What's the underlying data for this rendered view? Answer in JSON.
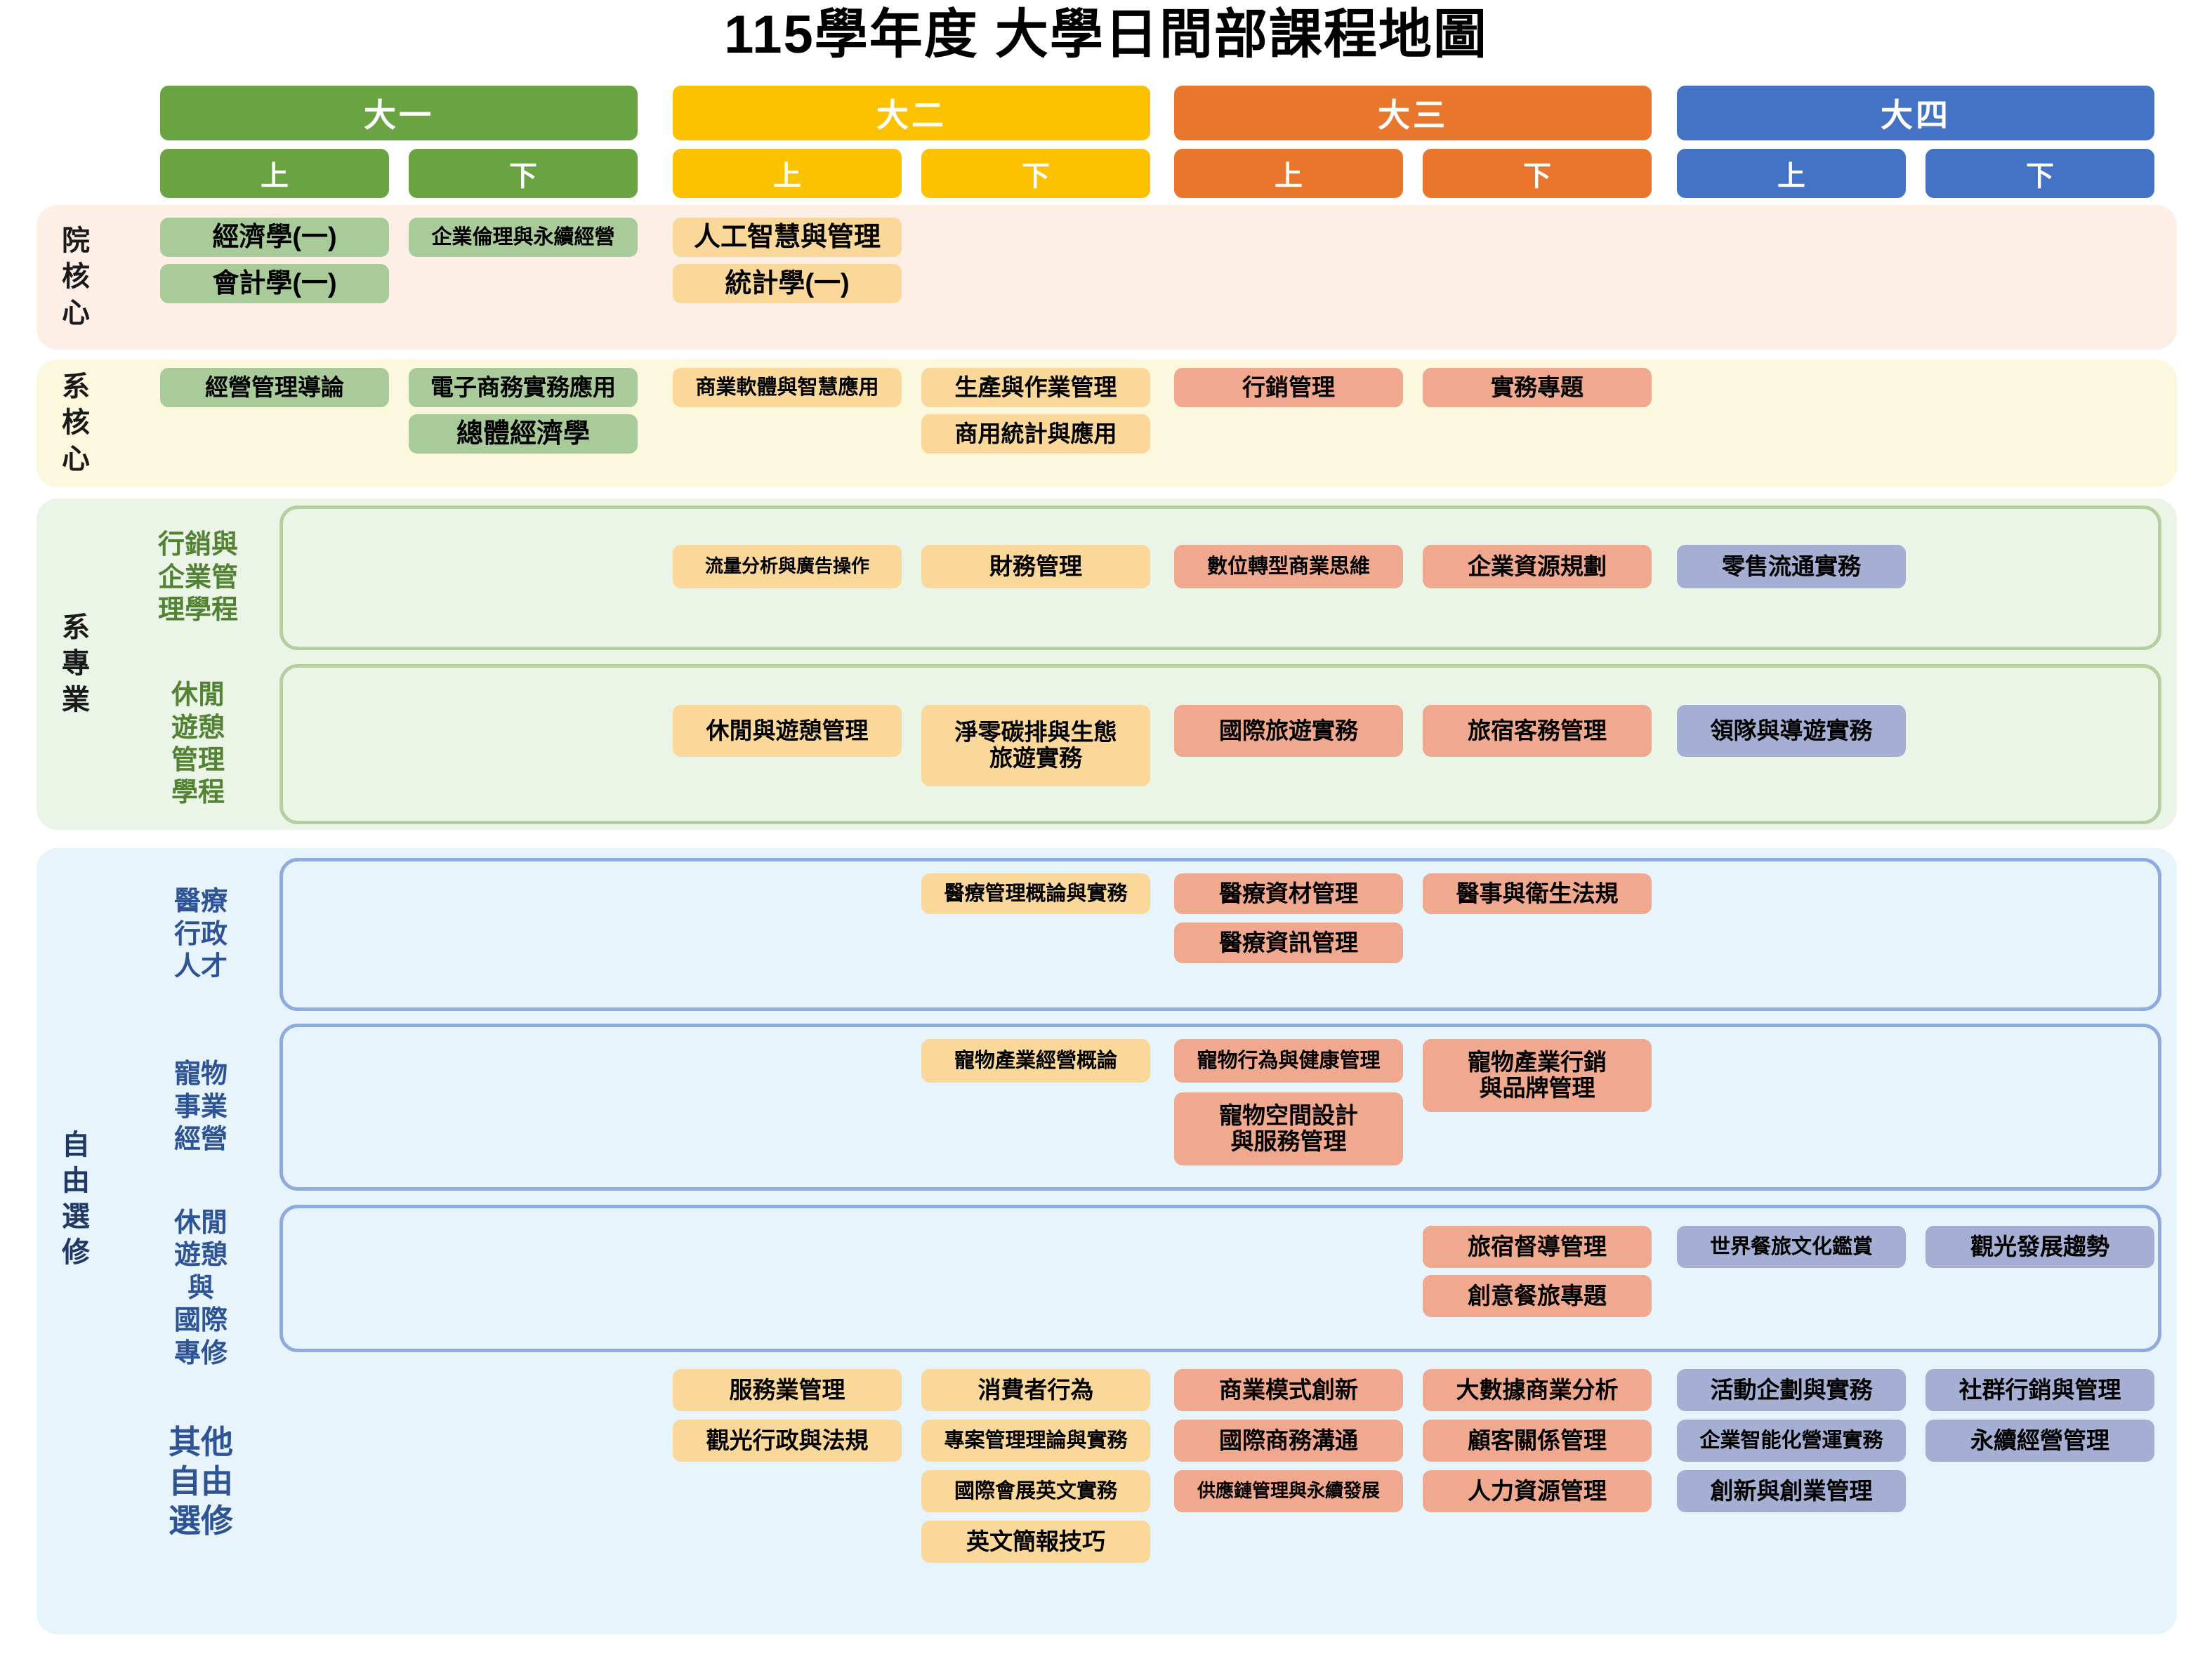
{
  "title": "115學年度 大學日間部課程地圖",
  "header": {
    "years": [
      {
        "label": "大一",
        "color": "#6aa442"
      },
      {
        "label": "大二",
        "color": "#fcc200"
      },
      {
        "label": "大三",
        "color": "#e8762c"
      },
      {
        "label": "大四",
        "color": "#4472c4"
      }
    ],
    "semesters": [
      {
        "label": "上",
        "color": "#6aa442"
      },
      {
        "label": "下",
        "color": "#6aa442"
      },
      {
        "label": "上",
        "color": "#fcc200"
      },
      {
        "label": "下",
        "color": "#fcc200"
      },
      {
        "label": "上",
        "color": "#e8762c"
      },
      {
        "label": "下",
        "color": "#e8762c"
      },
      {
        "label": "上",
        "color": "#4472c4"
      },
      {
        "label": "下",
        "color": "#4472c4"
      }
    ]
  },
  "colors": {
    "green_chip": "#a9cb9a",
    "yellow_chip": "#fad89a",
    "salmon_chip": "#f0a98f",
    "purple_chip": "#a5aed3",
    "band_college": "#fdefe6",
    "band_dept": "#fbf8dd",
    "band_major": "#eaf4e7",
    "band_elective": "#e8f4fc"
  },
  "bands": {
    "college_core": {
      "label": "院核心"
    },
    "dept_core": {
      "label": "系核心"
    },
    "dept_major": {
      "label": "系專業"
    },
    "free_elective": {
      "label": "自由選修"
    }
  },
  "programs": {
    "marketing_mgmt": {
      "label_lines": [
        "行銷與",
        "企業管",
        "理學程"
      ]
    },
    "leisure_mgmt": {
      "label_lines": [
        "休閒",
        "遊憩",
        "管理",
        "學程"
      ]
    },
    "medical_admin": {
      "label_lines": [
        "醫療",
        "行政",
        "人才"
      ]
    },
    "pet_business": {
      "label_lines": [
        "寵物",
        "事業",
        "經營"
      ]
    },
    "leisure_intl": {
      "label_lines": [
        "休閒",
        "遊憩",
        "與",
        "國際",
        "專修"
      ]
    },
    "other_free": {
      "label_lines": [
        "其他",
        "自由",
        "選修"
      ]
    }
  },
  "courses": {
    "college_core": [
      {
        "name": "經濟學(一)",
        "col": 1,
        "row": 1,
        "color": "green",
        "size": "lg"
      },
      {
        "name": "會計學(一)",
        "col": 1,
        "row": 2,
        "color": "green",
        "size": "lg"
      },
      {
        "name": "企業倫理與永續經營",
        "col": 2,
        "row": 1,
        "color": "green",
        "size": "sm"
      },
      {
        "name": "人工智慧與管理",
        "col": 3,
        "row": 1,
        "color": "yellow",
        "size": "lg"
      },
      {
        "name": "統計學(一)",
        "col": 3,
        "row": 2,
        "color": "yellow",
        "size": "lg"
      }
    ],
    "dept_core": [
      {
        "name": "經營管理導論",
        "col": 1,
        "row": 1,
        "color": "green",
        "size": "md"
      },
      {
        "name": "電子商務實務應用",
        "col": 2,
        "row": 1,
        "color": "green",
        "size": "md"
      },
      {
        "name": "總體經濟學",
        "col": 2,
        "row": 2,
        "color": "green",
        "size": "lg"
      },
      {
        "name": "商業軟體與智慧應用",
        "col": 3,
        "row": 1,
        "color": "yellow",
        "size": "sm"
      },
      {
        "name": "生產與作業管理",
        "col": 4,
        "row": 1,
        "color": "yellow",
        "size": "md"
      },
      {
        "name": "商用統計與應用",
        "col": 4,
        "row": 2,
        "color": "yellow",
        "size": "md"
      },
      {
        "name": "行銷管理",
        "col": 5,
        "row": 1,
        "color": "salmon",
        "size": "md"
      },
      {
        "name": "實務專題",
        "col": 6,
        "row": 1,
        "color": "salmon",
        "size": "md"
      }
    ],
    "marketing_mgmt": [
      {
        "name": "流量分析與廣告操作",
        "col": 3,
        "row": 1,
        "color": "yellow",
        "size": "xs"
      },
      {
        "name": "財務管理",
        "col": 4,
        "row": 1,
        "color": "yellow",
        "size": "md"
      },
      {
        "name": "數位轉型商業思維",
        "col": 5,
        "row": 1,
        "color": "salmon",
        "size": "sm"
      },
      {
        "name": "企業資源規劃",
        "col": 6,
        "row": 1,
        "color": "salmon",
        "size": "md"
      },
      {
        "name": "零售流通實務",
        "col": 7,
        "row": 1,
        "color": "purple",
        "size": "md"
      }
    ],
    "leisure_mgmt": [
      {
        "name": "休閒與遊憩管理",
        "col": 3,
        "row": 1,
        "color": "yellow",
        "size": "md"
      },
      {
        "name": "淨零碳排與生態旅遊實務",
        "col": 4,
        "row": 1,
        "color": "yellow",
        "size": "md",
        "two_line": "淨零碳排與生態|旅遊實務"
      },
      {
        "name": "國際旅遊實務",
        "col": 5,
        "row": 1,
        "color": "salmon",
        "size": "md"
      },
      {
        "name": "旅宿客務管理",
        "col": 6,
        "row": 1,
        "color": "salmon",
        "size": "md"
      },
      {
        "name": "領隊與導遊實務",
        "col": 7,
        "row": 1,
        "color": "purple",
        "size": "md"
      }
    ],
    "medical_admin": [
      {
        "name": "醫療管理概論與實務",
        "col": 4,
        "row": 1,
        "color": "yellow",
        "size": "sm"
      },
      {
        "name": "醫療資材管理",
        "col": 5,
        "row": 1,
        "color": "salmon",
        "size": "md"
      },
      {
        "name": "醫療資訊管理",
        "col": 5,
        "row": 2,
        "color": "salmon",
        "size": "md"
      },
      {
        "name": "醫事與衛生法規",
        "col": 6,
        "row": 1,
        "color": "salmon",
        "size": "md"
      }
    ],
    "pet_business": [
      {
        "name": "寵物產業經營概論",
        "col": 4,
        "row": 1,
        "color": "yellow",
        "size": "sm"
      },
      {
        "name": "寵物行為與健康管理",
        "col": 5,
        "row": 1,
        "color": "salmon",
        "size": "sm"
      },
      {
        "name": "寵物空間設計與服務管理",
        "col": 5,
        "row": 2,
        "color": "salmon",
        "size": "md",
        "two_line": "寵物空間設計|與服務管理"
      },
      {
        "name": "寵物產業行銷與品牌管理",
        "col": 6,
        "row": 1,
        "color": "salmon",
        "size": "md",
        "two_line": "寵物產業行銷|與品牌管理"
      }
    ],
    "leisure_intl": [
      {
        "name": "旅宿督導管理",
        "col": 6,
        "row": 1,
        "color": "salmon",
        "size": "md"
      },
      {
        "name": "創意餐旅專題",
        "col": 6,
        "row": 2,
        "color": "salmon",
        "size": "md"
      },
      {
        "name": "世界餐旅文化鑑賞",
        "col": 7,
        "row": 1,
        "color": "purple",
        "size": "sm"
      },
      {
        "name": "觀光發展趨勢",
        "col": 8,
        "row": 1,
        "color": "purple",
        "size": "md"
      }
    ],
    "other_free": [
      {
        "name": "服務業管理",
        "col": 3,
        "row": 1,
        "color": "yellow",
        "size": "md"
      },
      {
        "name": "觀光行政與法規",
        "col": 3,
        "row": 2,
        "color": "yellow",
        "size": "md"
      },
      {
        "name": "消費者行為",
        "col": 4,
        "row": 1,
        "color": "yellow",
        "size": "md"
      },
      {
        "name": "專案管理理論與實務",
        "col": 4,
        "row": 2,
        "color": "yellow",
        "size": "sm"
      },
      {
        "name": "國際會展英文實務",
        "col": 4,
        "row": 3,
        "color": "yellow",
        "size": "sm"
      },
      {
        "name": "英文簡報技巧",
        "col": 4,
        "row": 4,
        "color": "yellow",
        "size": "md"
      },
      {
        "name": "商業模式創新",
        "col": 5,
        "row": 1,
        "color": "salmon",
        "size": "md"
      },
      {
        "name": "國際商務溝通",
        "col": 5,
        "row": 2,
        "color": "salmon",
        "size": "md"
      },
      {
        "name": "供應鏈管理與永續發展",
        "col": 5,
        "row": 3,
        "color": "salmon",
        "size": "xs"
      },
      {
        "name": "大數據商業分析",
        "col": 6,
        "row": 1,
        "color": "salmon",
        "size": "md"
      },
      {
        "name": "顧客關係管理",
        "col": 6,
        "row": 2,
        "color": "salmon",
        "size": "md"
      },
      {
        "name": "人力資源管理",
        "col": 6,
        "row": 3,
        "color": "salmon",
        "size": "md"
      },
      {
        "name": "活動企劃與實務",
        "col": 7,
        "row": 1,
        "color": "purple",
        "size": "md"
      },
      {
        "name": "企業智能化營運實務",
        "col": 7,
        "row": 2,
        "color": "purple",
        "size": "sm"
      },
      {
        "name": "創新與創業管理",
        "col": 7,
        "row": 3,
        "color": "purple",
        "size": "md"
      },
      {
        "name": "社群行銷與管理",
        "col": 8,
        "row": 1,
        "color": "purple",
        "size": "md"
      },
      {
        "name": "永續經營管理",
        "col": 8,
        "row": 2,
        "color": "purple",
        "size": "md"
      }
    ]
  }
}
